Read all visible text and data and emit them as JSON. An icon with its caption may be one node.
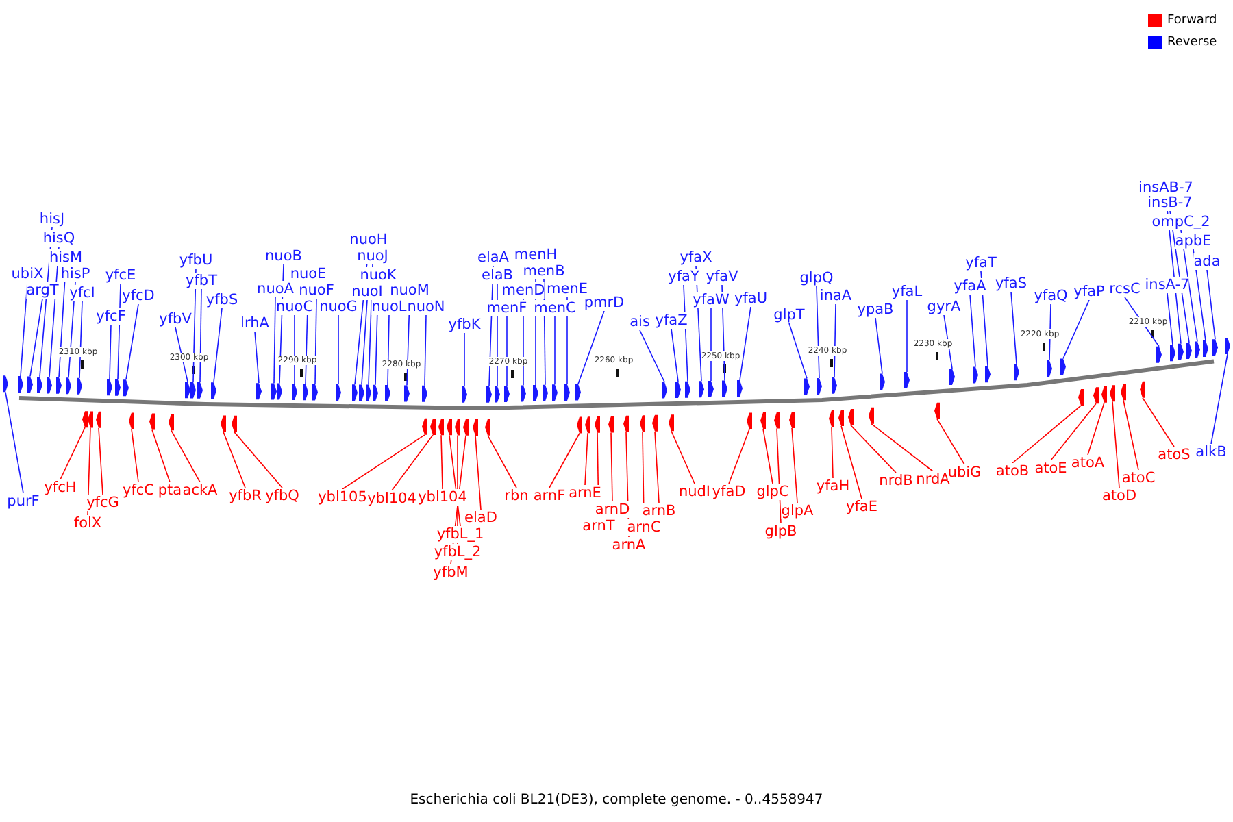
{
  "diagram": {
    "caption": "Escherichia coli BL21(DE3), complete genome. - 0..4558947",
    "nodes": [
      {
        "text": [
          "ubiX"
        ]
      },
      {
        "text": [
          "argT"
        ]
      },
      {
        "text": [
          "hisJ"
        ]
      },
      {
        "text": [
          "hisQ"
        ]
      },
      {
        "text": [
          "hisM"
        ]
      },
      {
        "text": [
          "hisP"
        ]
      },
      {
        "text": [
          "yfcI"
        ]
      },
      {
        "text": [
          "yfcF"
        ]
      },
      {
        "text": [
          "yfcE"
        ]
      },
      {
        "text": [
          "yfcD"
        ]
      },
      {
        "text": [
          "yfbV"
        ]
      },
      {
        "text": [
          "yfbU"
        ]
      },
      {
        "text": [
          "yfbT"
        ]
      },
      {
        "text": [
          "yfbS"
        ]
      },
      {
        "text": [
          "lrhA"
        ]
      },
      {
        "text": [
          "nuoB"
        ]
      },
      {
        "text": [
          "nuoA"
        ]
      },
      {
        "text": [
          "nuoE"
        ]
      },
      {
        "text": [
          "nuoC"
        ]
      },
      {
        "text": [
          "nuoF"
        ]
      },
      {
        "text": [
          "nuoG"
        ]
      },
      {
        "text": [
          "nuoH"
        ]
      },
      {
        "text": [
          "nuoJ"
        ]
      },
      {
        "text": [
          "nuoK"
        ]
      },
      {
        "text": [
          "nuoI"
        ]
      },
      {
        "text": [
          "nuoL"
        ]
      },
      {
        "text": [
          "nuoM"
        ]
      },
      {
        "text": [
          "nuoN"
        ]
      },
      {
        "text": [
          "yfbK"
        ]
      },
      {
        "text": [
          "elaA"
        ]
      },
      {
        "text": [
          "elaB"
        ]
      },
      {
        "text": [
          "menF"
        ]
      },
      {
        "text": [
          "menH"
        ]
      },
      {
        "text": [
          "menB"
        ]
      },
      {
        "text": [
          "menD"
        ]
      },
      {
        "text": [
          "menE"
        ]
      },
      {
        "text": [
          "menC"
        ]
      },
      {
        "text": [
          "pmrD"
        ]
      },
      {
        "text": [
          "ais"
        ]
      },
      {
        "text": [
          "yfaZ"
        ]
      },
      {
        "text": [
          "yfaX"
        ]
      },
      {
        "text": [
          "yfaY"
        ]
      },
      {
        "text": [
          "yfaV"
        ]
      },
      {
        "text": [
          "yfaW"
        ]
      },
      {
        "text": [
          "yfaU"
        ]
      },
      {
        "text": [
          "glpT"
        ]
      },
      {
        "text": [
          "glpQ"
        ]
      },
      {
        "text": [
          "inaA"
        ]
      },
      {
        "text": [
          "ypaB"
        ]
      },
      {
        "text": [
          "yfaL"
        ]
      },
      {
        "text": [
          "gyrA"
        ]
      },
      {
        "text": [
          "yfaT"
        ]
      },
      {
        "text": [
          "yfaA"
        ]
      },
      {
        "text": [
          "yfaS"
        ]
      },
      {
        "text": [
          "yfaQ"
        ]
      },
      {
        "text": [
          "yfaP"
        ]
      },
      {
        "text": [
          "rcsC"
        ]
      },
      {
        "text": [
          "insA-7"
        ]
      },
      {
        "text": [
          "insAB-7"
        ]
      },
      {
        "text": [
          "insB-7"
        ]
      },
      {
        "text": [
          "ompC_2"
        ]
      },
      {
        "text": [
          "apbE"
        ]
      },
      {
        "text": [
          "ada"
        ]
      },
      {
        "text": [
          "purF"
        ]
      },
      {
        "text": [
          "yfcH"
        ]
      },
      {
        "text": [
          "folX"
        ]
      },
      {
        "text": [
          "yfcG"
        ]
      },
      {
        "text": [
          "yfcC"
        ]
      },
      {
        "text": [
          "pta"
        ]
      },
      {
        "text": [
          "ackA"
        ]
      },
      {
        "text": [
          "yfbR"
        ]
      },
      {
        "text": [
          "yfbQ"
        ]
      },
      {
        "text": [
          "ybl105"
        ]
      },
      {
        "text": [
          "ybl104"
        ]
      },
      {
        "text": [
          "ybl104"
        ]
      },
      {
        "text": [
          "yfbL_1"
        ]
      },
      {
        "text": [
          "yfbL_2"
        ]
      },
      {
        "text": [
          "yfbM"
        ]
      },
      {
        "text": [
          "elaD"
        ]
      },
      {
        "text": [
          "rbn"
        ]
      },
      {
        "text": [
          "arnF"
        ]
      },
      {
        "text": [
          "arnE"
        ]
      },
      {
        "text": [
          "arnD"
        ]
      },
      {
        "text": [
          "arnT"
        ]
      },
      {
        "text": [
          "arnA"
        ]
      },
      {
        "text": [
          "arnC"
        ]
      },
      {
        "text": [
          "arnB"
        ]
      },
      {
        "text": [
          "nudI"
        ]
      },
      {
        "text": [
          "yfaD"
        ]
      },
      {
        "text": [
          "glpC"
        ]
      },
      {
        "text": [
          "glpB"
        ]
      },
      {
        "text": [
          "glpA"
        ]
      },
      {
        "text": [
          "yfaH"
        ]
      },
      {
        "text": [
          "yfaE"
        ]
      },
      {
        "text": [
          "nrdB"
        ]
      },
      {
        "text": [
          "nrdA"
        ]
      },
      {
        "text": [
          "ubiG"
        ]
      },
      {
        "text": [
          "atoB"
        ]
      },
      {
        "text": [
          "atoE"
        ]
      },
      {
        "text": [
          "atoA"
        ]
      },
      {
        "text": [
          "atoD"
        ]
      },
      {
        "text": [
          "atoC"
        ]
      },
      {
        "text": [
          "atoS"
        ]
      },
      {
        "text": [
          "alkB"
        ]
      },
      {
        "text": [],
        "shape": "arrow"
      },
      {
        "text": [],
        "shape": "arrow"
      },
      {
        "text": [],
        "shape": "arrow"
      },
      {
        "text": [],
        "shape": "arrow"
      },
      {
        "text": [],
        "shape": "arrow"
      },
      {
        "text": [],
        "shape": "arrow"
      },
      {
        "text": [],
        "shape": "arrow"
      },
      {
        "text": [],
        "shape": "arrow"
      },
      {
        "text": [],
        "shape": "arrow"
      },
      {
        "text": [],
        "shape": "arrow"
      },
      {
        "text": [],
        "shape": "arrow"
      },
      {
        "text": [],
        "shape": "arrow"
      },
      {
        "text": [],
        "shape": "arrow"
      },
      {
        "text": [],
        "shape": "arrow"
      },
      {
        "text": [],
        "shape": "arrow"
      },
      {
        "text": [],
        "shape": "arrow"
      },
      {
        "text": [],
        "shape": "arrow"
      },
      {
        "text": [],
        "shape": "arrow"
      },
      {
        "text": [],
        "shape": "arrow"
      },
      {
        "text": [],
        "shape": "arrow"
      },
      {
        "text": [],
        "shape": "arrow"
      },
      {
        "text": [],
        "shape": "arrow"
      },
      {
        "text": [],
        "shape": "arrow"
      },
      {
        "text": [],
        "shape": "arrow"
      },
      {
        "text": [],
        "shape": "arrow"
      },
      {
        "text": [],
        "shape": "arrow"
      },
      {
        "text": [],
        "shape": "arrow"
      },
      {
        "text": [],
        "shape": "arrow"
      },
      {
        "text": [],
        "shape": "arrow"
      },
      {
        "text": [],
        "shape": "arrow"
      },
      {
        "text": [],
        "shape": "arrow"
      },
      {
        "text": [],
        "shape": "arrow"
      },
      {
        "text": [],
        "shape": "arrow"
      },
      {
        "text": [],
        "shape": "arrow"
      },
      {
        "text": [],
        "shape": "arrow"
      },
      {
        "text": [],
        "shape": "arrow"
      },
      {
        "text": [],
        "shape": "arrow"
      },
      {
        "text": [],
        "shape": "arrow"
      },
      {
        "text": [],
        "shape": "arrow"
      },
      {
        "text": [],
        "shape": "arrow"
      },
      {
        "text": [],
        "shape": "arrow"
      },
      {
        "text": [],
        "shape": "arrow"
      },
      {
        "text": [],
        "shape": "arrow"
      },
      {
        "text": [],
        "shape": "arrow"
      },
      {
        "text": [],
        "shape": "arrow"
      },
      {
        "text": [],
        "shape": "arrow"
      },
      {
        "text": [],
        "shape": "arrow"
      },
      {
        "text": [],
        "shape": "arrow"
      },
      {
        "text": [],
        "shape": "arrow"
      },
      {
        "text": [],
        "shape": "arrow"
      },
      {
        "text": [],
        "shape": "arrow"
      },
      {
        "text": [],
        "shape": "arrow"
      },
      {
        "text": [],
        "shape": "arrow"
      },
      {
        "text": [],
        "shape": "arrow"
      },
      {
        "text": [],
        "shape": "arrow"
      },
      {
        "text": [],
        "shape": "arrow"
      },
      {
        "text": [],
        "shape": "arrow"
      },
      {
        "text": [],
        "shape": "arrow"
      },
      {
        "text": [],
        "shape": "arrow"
      },
      {
        "text": [],
        "shape": "arrow"
      },
      {
        "text": [],
        "shape": "arrow"
      },
      {
        "text": [],
        "shape": "arrow"
      },
      {
        "text": [],
        "shape": "arrow"
      },
      {
        "text": [],
        "shape": "arrow"
      },
      {
        "text": [],
        "shape": "arrow"
      },
      {
        "text": [],
        "shape": "arrow"
      },
      {
        "text": [],
        "shape": "arrow"
      },
      {
        "text": [],
        "shape": "arrow"
      },
      {
        "text": [],
        "shape": "arrow"
      },
      {
        "text": [],
        "shape": "arrow"
      },
      {
        "text": [],
        "shape": "arrow"
      },
      {
        "text": [],
        "shape": "arrow"
      },
      {
        "text": [],
        "shape": "arrow"
      },
      {
        "text": [],
        "shape": "arrow"
      },
      {
        "text": [],
        "shape": "arrow"
      },
      {
        "text": [],
        "shape": "arrow"
      },
      {
        "text": [],
        "shape": "arrow"
      },
      {
        "text": [],
        "shape": "arrow"
      },
      {
        "text": [],
        "shape": "arrow"
      },
      {
        "text": [],
        "shape": "arrow"
      },
      {
        "text": [],
        "shape": "arrow"
      },
      {
        "text": [],
        "shape": "arrow"
      },
      {
        "text": [],
        "shape": "arrow"
      },
      {
        "text": [],
        "shape": "arrow"
      },
      {
        "text": [],
        "shape": "arrow"
      },
      {
        "text": [],
        "shape": "arrow"
      },
      {
        "text": [],
        "shape": "arrow"
      },
      {
        "text": [],
        "shape": "arrow"
      },
      {
        "text": [],
        "shape": "arrow"
      },
      {
        "text": [],
        "shape": "arrow"
      },
      {
        "text": [],
        "shape": "arrow"
      },
      {
        "text": [],
        "shape": "arrow"
      },
      {
        "text": [],
        "shape": "arrow"
      },
      {
        "text": [],
        "shape": "arrow"
      },
      {
        "text": [],
        "shape": "arrow"
      },
      {
        "text": [],
        "shape": "arrow"
      },
      {
        "text": [],
        "shape": "arrow"
      },
      {
        "text": [],
        "shape": "arrow"
      },
      {
        "text": [],
        "shape": "arrow"
      },
      {
        "text": [],
        "shape": "arrow"
      },
      {
        "text": [],
        "shape": "arrow"
      },
      {
        "text": [],
        "shape": "arrow"
      },
      {
        "text": [],
        "shape": "arrow"
      },
      {
        "text": [],
        "shape": "arrow"
      }
    ],
    "edges": [
      {
        "from": 0,
        "to": 105,
        "arrow": "none"
      },
      {
        "from": 1,
        "to": 106,
        "arrow": "none"
      },
      {
        "from": 2,
        "to": 107,
        "arrow": "none"
      },
      {
        "from": 3,
        "to": 108,
        "arrow": "none"
      },
      {
        "from": 4,
        "to": 109,
        "arrow": "none"
      },
      {
        "from": 5,
        "to": 110,
        "arrow": "none"
      },
      {
        "from": 6,
        "to": 111,
        "arrow": "none"
      },
      {
        "from": 7,
        "to": 112,
        "arrow": "none"
      },
      {
        "from": 8,
        "to": 113,
        "arrow": "none"
      },
      {
        "from": 9,
        "to": 114,
        "arrow": "none"
      },
      {
        "from": 10,
        "to": 115,
        "arrow": "none"
      },
      {
        "from": 11,
        "to": 116,
        "arrow": "none"
      },
      {
        "from": 12,
        "to": 117,
        "arrow": "none"
      },
      {
        "from": 13,
        "to": 118,
        "arrow": "none"
      },
      {
        "from": 14,
        "to": 119,
        "arrow": "none"
      },
      {
        "from": 15,
        "to": 121,
        "arrow": "none"
      },
      {
        "from": 16,
        "to": 120,
        "arrow": "none"
      },
      {
        "from": 17,
        "to": 123,
        "arrow": "none"
      },
      {
        "from": 18,
        "to": 122,
        "arrow": "none"
      },
      {
        "from": 19,
        "to": 124,
        "arrow": "none"
      },
      {
        "from": 20,
        "to": 125,
        "arrow": "none"
      },
      {
        "from": 21,
        "to": 126,
        "arrow": "none"
      },
      {
        "from": 22,
        "to": 128,
        "arrow": "none"
      },
      {
        "from": 23,
        "to": 129,
        "arrow": "none"
      },
      {
        "from": 24,
        "to": 127,
        "arrow": "none"
      },
      {
        "from": 25,
        "to": 130,
        "arrow": "none"
      },
      {
        "from": 26,
        "to": 131,
        "arrow": "none"
      },
      {
        "from": 27,
        "to": 132,
        "arrow": "none"
      },
      {
        "from": 28,
        "to": 133,
        "arrow": "none"
      },
      {
        "from": 29,
        "to": 134,
        "arrow": "none"
      },
      {
        "from": 30,
        "to": 135,
        "arrow": "none"
      },
      {
        "from": 31,
        "to": 136,
        "arrow": "none"
      },
      {
        "from": 32,
        "to": 138,
        "arrow": "none"
      },
      {
        "from": 33,
        "to": 139,
        "arrow": "none"
      },
      {
        "from": 34,
        "to": 137,
        "arrow": "none"
      },
      {
        "from": 35,
        "to": 141,
        "arrow": "none"
      },
      {
        "from": 36,
        "to": 140,
        "arrow": "none"
      },
      {
        "from": 37,
        "to": 142,
        "arrow": "none"
      },
      {
        "from": 38,
        "to": 143,
        "arrow": "none"
      },
      {
        "from": 39,
        "to": 144,
        "arrow": "none"
      },
      {
        "from": 40,
        "to": 146,
        "arrow": "none"
      },
      {
        "from": 41,
        "to": 145,
        "arrow": "none"
      },
      {
        "from": 42,
        "to": 148,
        "arrow": "none"
      },
      {
        "from": 43,
        "to": 147,
        "arrow": "none"
      },
      {
        "from": 44,
        "to": 149,
        "arrow": "none"
      },
      {
        "from": 45,
        "to": 150,
        "arrow": "none"
      },
      {
        "from": 46,
        "to": 151,
        "arrow": "none"
      },
      {
        "from": 47,
        "to": 152,
        "arrow": "none"
      },
      {
        "from": 48,
        "to": 153,
        "arrow": "none"
      },
      {
        "from": 49,
        "to": 154,
        "arrow": "none"
      },
      {
        "from": 50,
        "to": 155,
        "arrow": "none"
      },
      {
        "from": 51,
        "to": 157,
        "arrow": "none"
      },
      {
        "from": 52,
        "to": 156,
        "arrow": "none"
      },
      {
        "from": 53,
        "to": 158,
        "arrow": "none"
      },
      {
        "from": 54,
        "to": 159,
        "arrow": "none"
      },
      {
        "from": 55,
        "to": 160,
        "arrow": "none"
      },
      {
        "from": 56,
        "to": 161,
        "arrow": "none"
      },
      {
        "from": 57,
        "to": 162,
        "arrow": "none"
      },
      {
        "from": 58,
        "to": 163,
        "arrow": "none"
      },
      {
        "from": 59,
        "to": 164,
        "arrow": "none"
      },
      {
        "from": 60,
        "to": 165,
        "arrow": "none"
      },
      {
        "from": 61,
        "to": 166,
        "arrow": "none"
      },
      {
        "from": 62,
        "to": 167,
        "arrow": "none"
      },
      {
        "from": 63,
        "to": 104,
        "arrow": "none"
      },
      {
        "from": 64,
        "to": 169,
        "arrow": "none",
        "color": "#ff0000"
      },
      {
        "from": 65,
        "to": 170,
        "arrow": "none",
        "color": "#ff0000"
      },
      {
        "from": 66,
        "to": 171,
        "arrow": "none",
        "color": "#ff0000"
      },
      {
        "from": 67,
        "to": 172,
        "arrow": "none",
        "color": "#ff0000"
      },
      {
        "from": 68,
        "to": 173,
        "arrow": "none",
        "color": "#ff0000"
      },
      {
        "from": 69,
        "to": 174,
        "arrow": "none",
        "color": "#ff0000"
      },
      {
        "from": 70,
        "to": 175,
        "arrow": "none",
        "color": "#ff0000"
      },
      {
        "from": 71,
        "to": 176,
        "arrow": "none",
        "color": "#ff0000"
      },
      {
        "from": 72,
        "to": 177,
        "arrow": "none",
        "color": "#ff0000"
      },
      {
        "from": 73,
        "to": 178,
        "arrow": "none",
        "color": "#ff0000"
      },
      {
        "from": 74,
        "to": 179,
        "arrow": "none",
        "color": "#ff0000"
      },
      {
        "from": 75,
        "to": 180,
        "arrow": "none",
        "color": "#ff0000"
      },
      {
        "from": 76,
        "to": 181,
        "arrow": "none",
        "color": "#ff0000"
      },
      {
        "from": 77,
        "to": 182,
        "arrow": "none",
        "color": "#ff0000"
      },
      {
        "from": 78,
        "to": 183,
        "arrow": "none",
        "color": "#ff0000"
      },
      {
        "from": 79,
        "to": 184,
        "arrow": "none",
        "color": "#ff0000"
      },
      {
        "from": 80,
        "to": 185,
        "arrow": "none",
        "color": "#ff0000"
      },
      {
        "from": 81,
        "to": 186,
        "arrow": "none",
        "color": "#ff0000"
      },
      {
        "from": 82,
        "to": 188,
        "arrow": "none",
        "color": "#ff0000"
      },
      {
        "from": 83,
        "to": 187,
        "arrow": "none",
        "color": "#ff0000"
      },
      {
        "from": 84,
        "to": 189,
        "arrow": "none",
        "color": "#ff0000"
      },
      {
        "from": 85,
        "to": 190,
        "arrow": "none",
        "color": "#ff0000"
      },
      {
        "from": 86,
        "to": 191,
        "arrow": "none",
        "color": "#ff0000"
      },
      {
        "from": 87,
        "to": 192,
        "arrow": "none",
        "color": "#ff0000"
      },
      {
        "from": 88,
        "to": 193,
        "arrow": "none",
        "color": "#ff0000"
      },
      {
        "from": 89,
        "to": 194,
        "arrow": "none",
        "color": "#ff0000"
      },
      {
        "from": 90,
        "to": 195,
        "arrow": "none",
        "color": "#ff0000"
      },
      {
        "from": 91,
        "to": 196,
        "arrow": "none",
        "color": "#ff0000"
      },
      {
        "from": 92,
        "to": 197,
        "arrow": "none",
        "color": "#ff0000"
      },
      {
        "from": 93,
        "to": 198,
        "arrow": "none",
        "color": "#ff0000"
      },
      {
        "from": 94,
        "to": 199,
        "arrow": "none",
        "color": "#ff0000"
      },
      {
        "from": 95,
        "to": 200,
        "arrow": "none",
        "color": "#ff0000"
      },
      {
        "from": 96,
        "to": 201,
        "arrow": "none",
        "color": "#ff0000"
      },
      {
        "from": 97,
        "to": 202,
        "arrow": "none",
        "color": "#ff0000"
      },
      {
        "from": 98,
        "to": 203,
        "arrow": "none",
        "color": "#ff0000"
      },
      {
        "from": 99,
        "to": 204,
        "arrow": "none",
        "color": "#ff0000"
      },
      {
        "from": 100,
        "to": 205,
        "arrow": "none",
        "color": "#ff0000"
      },
      {
        "from": 101,
        "to": 206,
        "arrow": "none",
        "color": "#ff0000"
      },
      {
        "from": 102,
        "to": 207,
        "arrow": "none",
        "color": "#ff0000"
      },
      {
        "from": 103,
        "to": 168,
        "arrow": "none"
      }
    ],
    "labels": [
      "2310 kbp",
      "2300 kbp",
      "2290 kbp",
      "2280 kbp",
      "2270 kbp",
      "2260 kbp",
      "2250 kbp",
      "2240 kbp",
      "2230 kbp",
      "2220 kbp",
      "2210 kbp"
    ],
    "legend": [
      {
        "text": "Forward",
        "color": "#ff0000"
      },
      {
        "text": "Reverse",
        "color": "#0000ff"
      }
    ]
  }
}
